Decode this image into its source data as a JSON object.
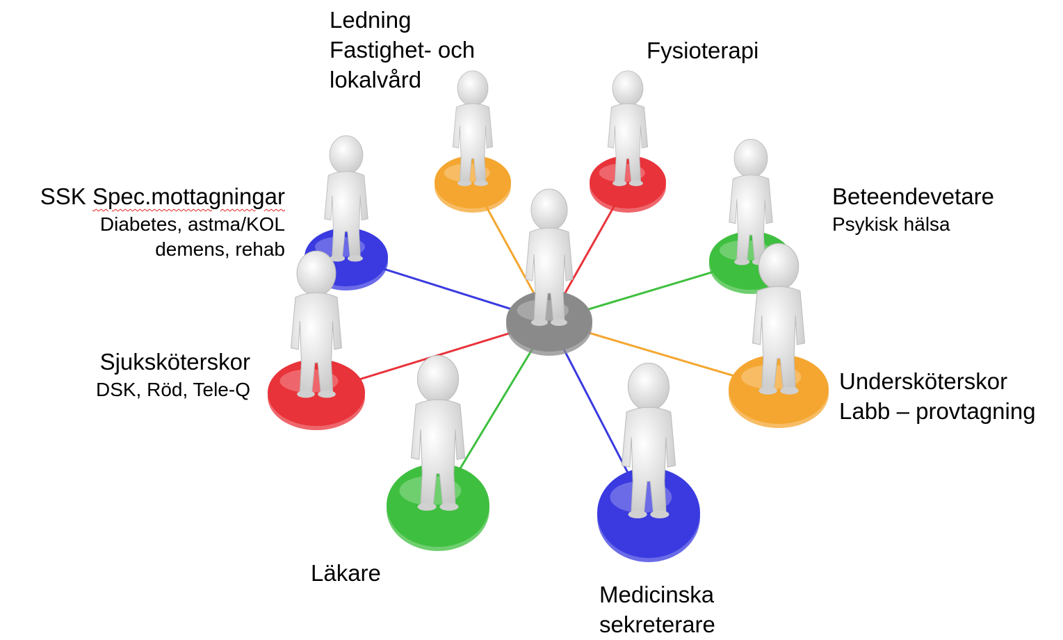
{
  "colors": {
    "orange": "#f4a630",
    "red": "#e8333a",
    "blue": "#3a3ae0",
    "green": "#3fbf3f",
    "gray": "#8a8a8a",
    "figure": "#e6e6e6"
  },
  "hub": {
    "icon": "person-figure-icon",
    "color": "gray"
  },
  "nodes": [
    {
      "id": "ledning",
      "color": "orange",
      "title": "Ledning",
      "title2": "Fastighet- och",
      "title3": "lokalvård"
    },
    {
      "id": "fysioterapi",
      "color": "red",
      "title": "Fysioterapi"
    },
    {
      "id": "beteendevetare",
      "color": "green",
      "title": "Beteendevetare",
      "sub": "Psykisk hälsa"
    },
    {
      "id": "underskoterskor",
      "color": "orange",
      "title": "Undersköterskor",
      "title2": "Labb – provtagning"
    },
    {
      "id": "medicinska",
      "color": "blue",
      "title": "Medicinska",
      "title2": "sekreterare"
    },
    {
      "id": "lakare",
      "color": "green",
      "title": "Läkare"
    },
    {
      "id": "sjukskoterskor",
      "color": "red",
      "title": "Sjuksköterskor",
      "sub": "DSK, Röd, Tele-Q"
    },
    {
      "id": "ssk",
      "color": "blue",
      "title_a": "SSK ",
      "title_b": "Spec.mottagningar",
      "sub": "Diabetes, astma/KOL",
      "sub2": "demens, rehab"
    }
  ]
}
